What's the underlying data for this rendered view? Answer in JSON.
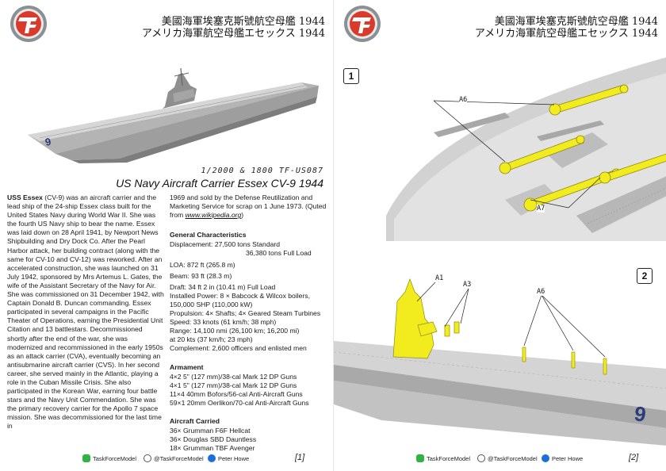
{
  "left": {
    "title_cn": "美國海軍埃塞克斯號航空母艦 1944",
    "title_jp": "アメリカ海軍航空母艦エセックス 1944",
    "scale_code": "1/2000 & 1800 TF-US087",
    "ship_name": "US Navy Aircraft Carrier Essex CV-9 1944",
    "history": {
      "lead": "USS Essex",
      "text": " (CV-9) was an aircraft carrier and the lead ship of the 24-ship Essex class built for the United States Navy during World War II. She was the fourth US Navy ship to bear the name. Essex was laid down on 28 April 1941, by Newport News Shipbuilding and Dry Dock Co. After the Pearl Harbor attack, her building contract (along with the same for CV-10 and CV-12) was reworked. After an accelerated construction, she was launched on 31 July 1942, sponsored by Mrs Artemus L. Gates, the wife of the Assistant Secretary of the Navy for Air. She was commissioned on 31 December 1942, with Captain Donald B. Duncan commanding. Essex participated in several campaigns in the Pacific Theater of Operations, earning the Presidential Unit Citation and 13 battlestars. Decommissioned shortly after the end of the war, she was modernized and recommissioned in the early 1950s as an attack carrier (CVA), eventually becoming an antisubmarine aircraft carrier (CVS). In her second career, she served mainly in the Atlantic, playing a role in the Cuban Missile Crisis. She also participated in the Korean War, earning four battle stars and the Navy Unit Commendation. She was the primary recovery carrier for the Apollo 7 space mission. She was decommissioned for the last time in",
      "continued": "1969 and sold by the Defense Reutilization and Marketing Service for scrap on 1 June 1973. (Quted from ",
      "link": "www.wikipedia.org",
      "close": ")"
    },
    "general": {
      "heading": "General Characteristics",
      "disp1": "Displacement: 27,500 tons Standard",
      "disp2": "36,380 tons Full Load",
      "loa": "LOA: 872 ft (265.8 m)",
      "beam": "Beam: 93 ft (28.3 m)",
      "draft": "Draft: 34 ft 2 in (10.41 m) Full Load",
      "power1": "Installed Power: 8 × Babcock & Wilcox boilers,",
      "power2": "150,000 SHP (110,000 kW)",
      "propulsion": "Propulsion: 4× Shafts; 4× Geared Steam Turbines",
      "speed": "Speed: 33 knots (61 km/h; 38 mph)",
      "range1": "Range: 14,100 nmi (26,100 km; 16,200 mi)",
      "range2": "at 20 kts (37 km/h; 23 mph)",
      "complement": "Complement:  2,600 officers and enlisted men"
    },
    "armament": {
      "heading": "Armament",
      "items": [
        "4×2 5\" (127 mm)/38-cal Mark 12 DP Guns",
        "4×1 5\" (127 mm)/38-cal Mark 12 DP Guns",
        "11×4 40mm Bofors/56-cal Anti-Aircraft Guns",
        "59×1 20mm Oerlikon/70-cal Anti-Aircraft Guns"
      ]
    },
    "aircraft": {
      "heading": "Aircraft Carried",
      "items": [
        "36× Grumman F6F Hellcat",
        "36× Douglas SBD Dauntless",
        "18× Grumman TBF Avenger"
      ]
    },
    "page_number": "[1]"
  },
  "right": {
    "title_cn": "美國海軍埃塞克斯號航空母艦 1944",
    "title_jp": "アメリカ海軍航空母艦エセックス 1944",
    "step1": "1",
    "step2": "2",
    "callouts": {
      "a6_top": "A6",
      "a7": "A7",
      "a1": "A1",
      "a3": "A3",
      "a6_bottom": "A6"
    },
    "page_number": "[2]"
  },
  "footer": {
    "wechat": "TaskForceModel",
    "handle": "@TaskForceModel",
    "facebook": "Peter Howe"
  },
  "colors": {
    "logo_red": "#d93a2b",
    "logo_grey": "#8a9194",
    "part_yellow": "#f2ec1f",
    "hull_grey": "#c9c9c9",
    "hull_code_blue": "#2b3c7a"
  }
}
